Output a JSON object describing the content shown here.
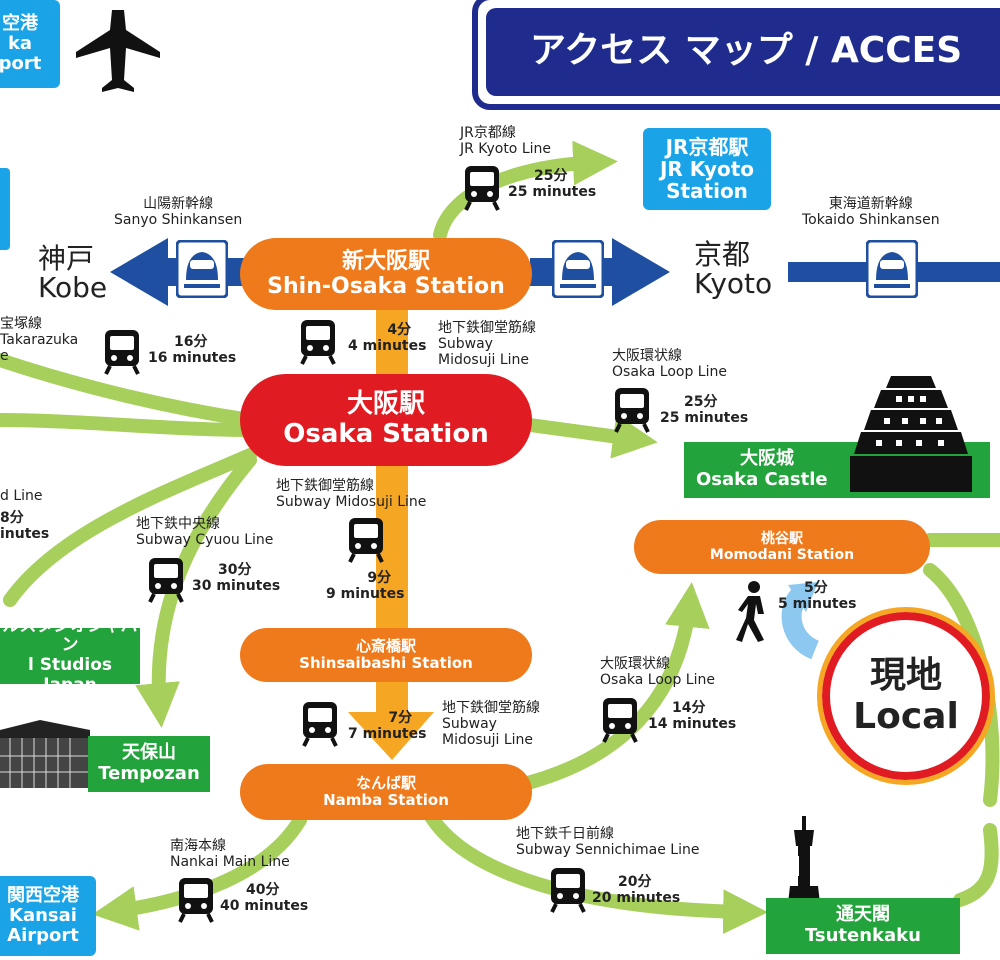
{
  "title": "アクセス マップ / ACCES",
  "colors": {
    "navy": "#1f2c8e",
    "orange": "#ef7a1c",
    "red": "#e11b22",
    "green": "#23a33b",
    "sky": "#1aa3e6",
    "lime": "#a6cf5b",
    "yellow": "#f5a623"
  },
  "stations": {
    "shin_osaka": {
      "jp": "新大阪駅",
      "en": "Shin-Osaka Station"
    },
    "osaka": {
      "jp": "大阪駅",
      "en": "Osaka Station"
    },
    "shinsaibashi": {
      "jp": "心斎橋駅",
      "en": "Shinsaibashi Station"
    },
    "namba": {
      "jp": "なんば駅",
      "en": "Namba Station"
    },
    "momodani": {
      "jp": "桃谷駅",
      "en": "Momodani Station"
    }
  },
  "destinations": {
    "itami": {
      "jp": "空港",
      "en1": "ka",
      "en2": "port"
    },
    "jr_kyoto": {
      "jp": "JR京都駅",
      "en1": "JR Kyoto",
      "en2": "Station"
    },
    "osaka_castle": {
      "jp": "大阪城",
      "en": "Osaka Castle"
    },
    "usj": {
      "jp": "ルスタジオジャパン",
      "en": "l Studios Japan"
    },
    "tempozan": {
      "jp": "天保山",
      "en": "Tempozan"
    },
    "kansai": {
      "jp": "関西空港",
      "en1": "Kansai",
      "en2": "Airport"
    },
    "tsutenkaku": {
      "jp": "通天閣",
      "en": "Tsutenkaku"
    }
  },
  "cities": {
    "kobe": {
      "jp": "神戸",
      "en": "Kobe"
    },
    "kyoto": {
      "jp": "京都",
      "en": "Kyoto"
    }
  },
  "local": {
    "jp": "現地",
    "en": "Local"
  },
  "routes": {
    "jr_kyoto_line": {
      "jp": "JR京都線",
      "en": "JR Kyoto Line",
      "min_jp": "25分",
      "min_en": "25 minutes"
    },
    "sanyo": {
      "jp": "山陽新幹線",
      "en": "Sanyo Shinkansen"
    },
    "tokaido": {
      "jp": "東海道新幹線",
      "en": "Tokaido Shinkansen"
    },
    "takarazuka": {
      "jp": "宝塚線",
      "en": "Takarazuka",
      "extra": "e",
      "min_jp": "16分",
      "min_en": "16 minutes"
    },
    "midosuji_1": {
      "min_jp": "4分",
      "min_en": "4 minutes",
      "jp": "地下鉄御堂筋線",
      "en1": "Subway",
      "en2": "Midosuji Line"
    },
    "loop_castle": {
      "jp": "大阪環状線",
      "en": "Osaka Loop Line",
      "min_jp": "25分",
      "min_en": "25 minutes"
    },
    "jr_line_left": {
      "a": "d Line",
      "b": "8分",
      "c": "inutes"
    },
    "chuo": {
      "jp": "地下鉄中央線",
      "en": "Subway Cyuou Line",
      "min_jp": "30分",
      "min_en": "30 minutes"
    },
    "midosuji_2": {
      "jp": "地下鉄御堂筋線",
      "en": "Subway Midosuji Line",
      "min_jp": "9分",
      "min_en": "9 minutes"
    },
    "midosuji_3": {
      "min_jp": "7分",
      "min_en": "7 minutes",
      "jp": "地下鉄御堂筋線",
      "en1": "Subway",
      "en2": "Midosuji Line"
    },
    "loop_momodani": {
      "jp": "大阪環状線",
      "en": "Osaka Loop Line",
      "min_jp": "14分",
      "min_en": "14 minutes"
    },
    "walk": {
      "min_jp": "5分",
      "min_en": "5 minutes"
    },
    "nankai": {
      "jp": "南海本線",
      "en": "Nankai Main Line",
      "min_jp": "40分",
      "min_en": "40 minutes"
    },
    "sennichimae": {
      "jp": "地下鉄千日前線",
      "en": "Subway Sennichimae Line",
      "min_jp": "20分",
      "min_en": "20 minutes"
    }
  },
  "icons": [
    "airplane-icon",
    "train-icon",
    "shinkansen-icon",
    "walking-person-icon",
    "osaka-castle-icon",
    "tsutenkaku-tower-icon",
    "tempozan-building-icon"
  ]
}
